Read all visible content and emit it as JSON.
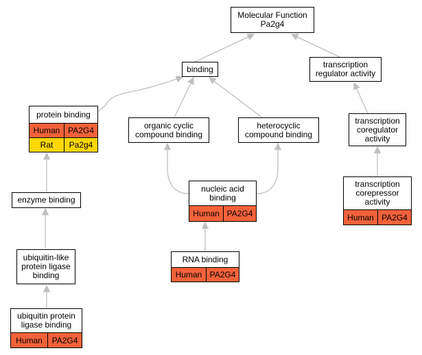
{
  "colors": {
    "human": "#f4623a",
    "rat": "#ffd700",
    "edge": "#bfbfbf",
    "border": "#000000",
    "background": "#ffffff"
  },
  "nodes": {
    "root": {
      "label": "Molecular Function\nPa2g4"
    },
    "binding": {
      "label": "binding"
    },
    "transcription_regulator": {
      "label": "transcription\nregulator activity"
    },
    "protein_binding": {
      "label": "protein binding",
      "annotations": [
        {
          "species": "Human",
          "gene": "PA2G4"
        },
        {
          "species": "Rat",
          "gene": "Pa2g4"
        }
      ]
    },
    "organic_cyclic": {
      "label": "organic cyclic\ncompound binding"
    },
    "heterocyclic": {
      "label": "heterocyclic\ncompound binding"
    },
    "transcription_coregulator": {
      "label": "transcription\ncoregulator\nactivity"
    },
    "nucleic_acid": {
      "label": "nucleic acid\nbinding",
      "annotations": [
        {
          "species": "Human",
          "gene": "PA2G4"
        }
      ]
    },
    "enzyme_binding": {
      "label": "enzyme binding"
    },
    "transcription_corepressor": {
      "label": "transcription\ncorepressor\nactivity",
      "annotations": [
        {
          "species": "Human",
          "gene": "PA2G4"
        }
      ]
    },
    "ubiquitin_like": {
      "label": "ubiquitin-like\nprotein ligase\nbinding"
    },
    "rna_binding": {
      "label": "RNA binding",
      "annotations": [
        {
          "species": "Human",
          "gene": "PA2G4"
        }
      ]
    },
    "ubiquitin_ligase": {
      "label": "ubiquitin protein\nligase binding",
      "annotations": [
        {
          "species": "Human",
          "gene": "PA2G4"
        }
      ]
    }
  }
}
